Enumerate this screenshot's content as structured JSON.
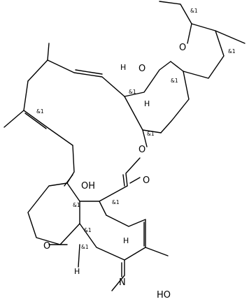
{
  "molecule": {
    "atoms": {
      "O_ring_top": "O",
      "O_spiro_ring": "O",
      "O_ester": "O",
      "O_carbonyl": "O",
      "OH_group": "OH",
      "O_furan": "O",
      "N_oxime": "N",
      "HO_oxime": "HO"
    },
    "hydrogens": {
      "H_top": "H",
      "H_spiro": "H",
      "H_mid": "H",
      "H_bottom": "H"
    },
    "stereo_label": "&1"
  }
}
